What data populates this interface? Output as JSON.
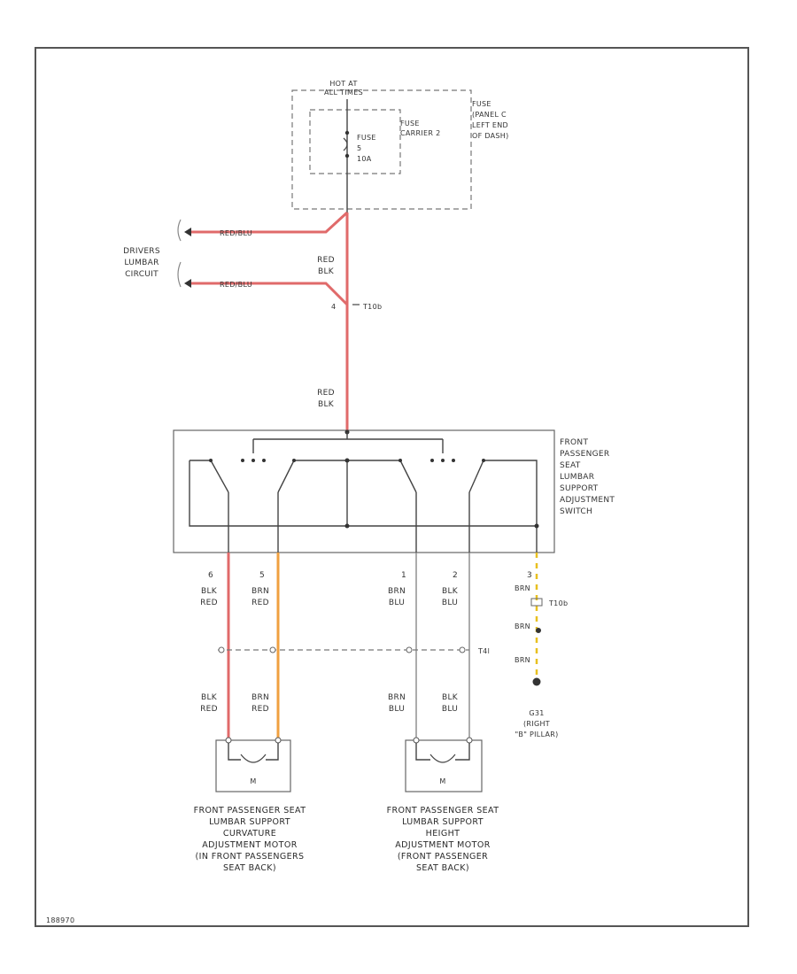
{
  "fuse_panel": {
    "hot_at": "HOT AT",
    "all_times": "ALL TIMES",
    "fuse_carrier": [
      "FUSE",
      "CARRIER 2"
    ],
    "fuse": [
      "FUSE",
      "5",
      "10A"
    ],
    "panel": [
      "FUSE",
      "(PANEL C",
      "LEFT END",
      "OF DASH)"
    ]
  },
  "drivers_lumbar": {
    "label": [
      "DRIVERS",
      "LUMBAR",
      "CIRCUIT"
    ],
    "wire_top": "RED/BLU",
    "wire_bottom": "RED/BLU"
  },
  "main_feed": {
    "wire1": [
      "RED",
      "BLK"
    ],
    "splice": "T10b",
    "splice_pin": "4",
    "wire2": [
      "RED",
      "BLK"
    ]
  },
  "switch": {
    "label": [
      "FRONT",
      "PASSENGER",
      "SEAT",
      "LUMBAR",
      "SUPPORT",
      "ADJUSTMENT",
      "SWITCH"
    ]
  },
  "pins": [
    "6",
    "5",
    "1",
    "2",
    "3"
  ],
  "upper_wires": [
    [
      "BLK",
      "RED"
    ],
    [
      "BRN",
      "RED"
    ],
    [
      "BRN",
      "BLU"
    ],
    [
      "BLK",
      "BLU"
    ]
  ],
  "lower_wires": [
    [
      "BLK",
      "RED"
    ],
    [
      "BRN",
      "RED"
    ],
    [
      "BRN",
      "BLU"
    ],
    [
      "BLK",
      "BLU"
    ]
  ],
  "ground_branch": {
    "wire1": "BRN",
    "splice": "T10b",
    "wire2": "BRN",
    "wire3": "BRN",
    "ground": [
      "G31",
      "(RIGHT",
      "\"B\" PILLAR)"
    ]
  },
  "connector": "T4l",
  "motor_symbol": "M",
  "motor_left": {
    "caption": [
      "FRONT PASSENGER SEAT",
      "LUMBAR SUPPORT",
      "CURVATURE",
      "ADJUSTMENT MOTOR",
      "(IN FRONT PASSENGERS",
      "SEAT BACK)"
    ]
  },
  "motor_right": {
    "caption": [
      "FRONT PASSENGER SEAT",
      "LUMBAR SUPPORT",
      "HEIGHT",
      "ADJUSTMENT MOTOR",
      "(FRONT PASSENGER",
      "SEAT BACK)"
    ]
  },
  "footer_id": "188970",
  "colors": {
    "red_wire": "#e06a6a",
    "orange_wire": "#f0a040",
    "yellow_wire": "#e8c020"
  }
}
